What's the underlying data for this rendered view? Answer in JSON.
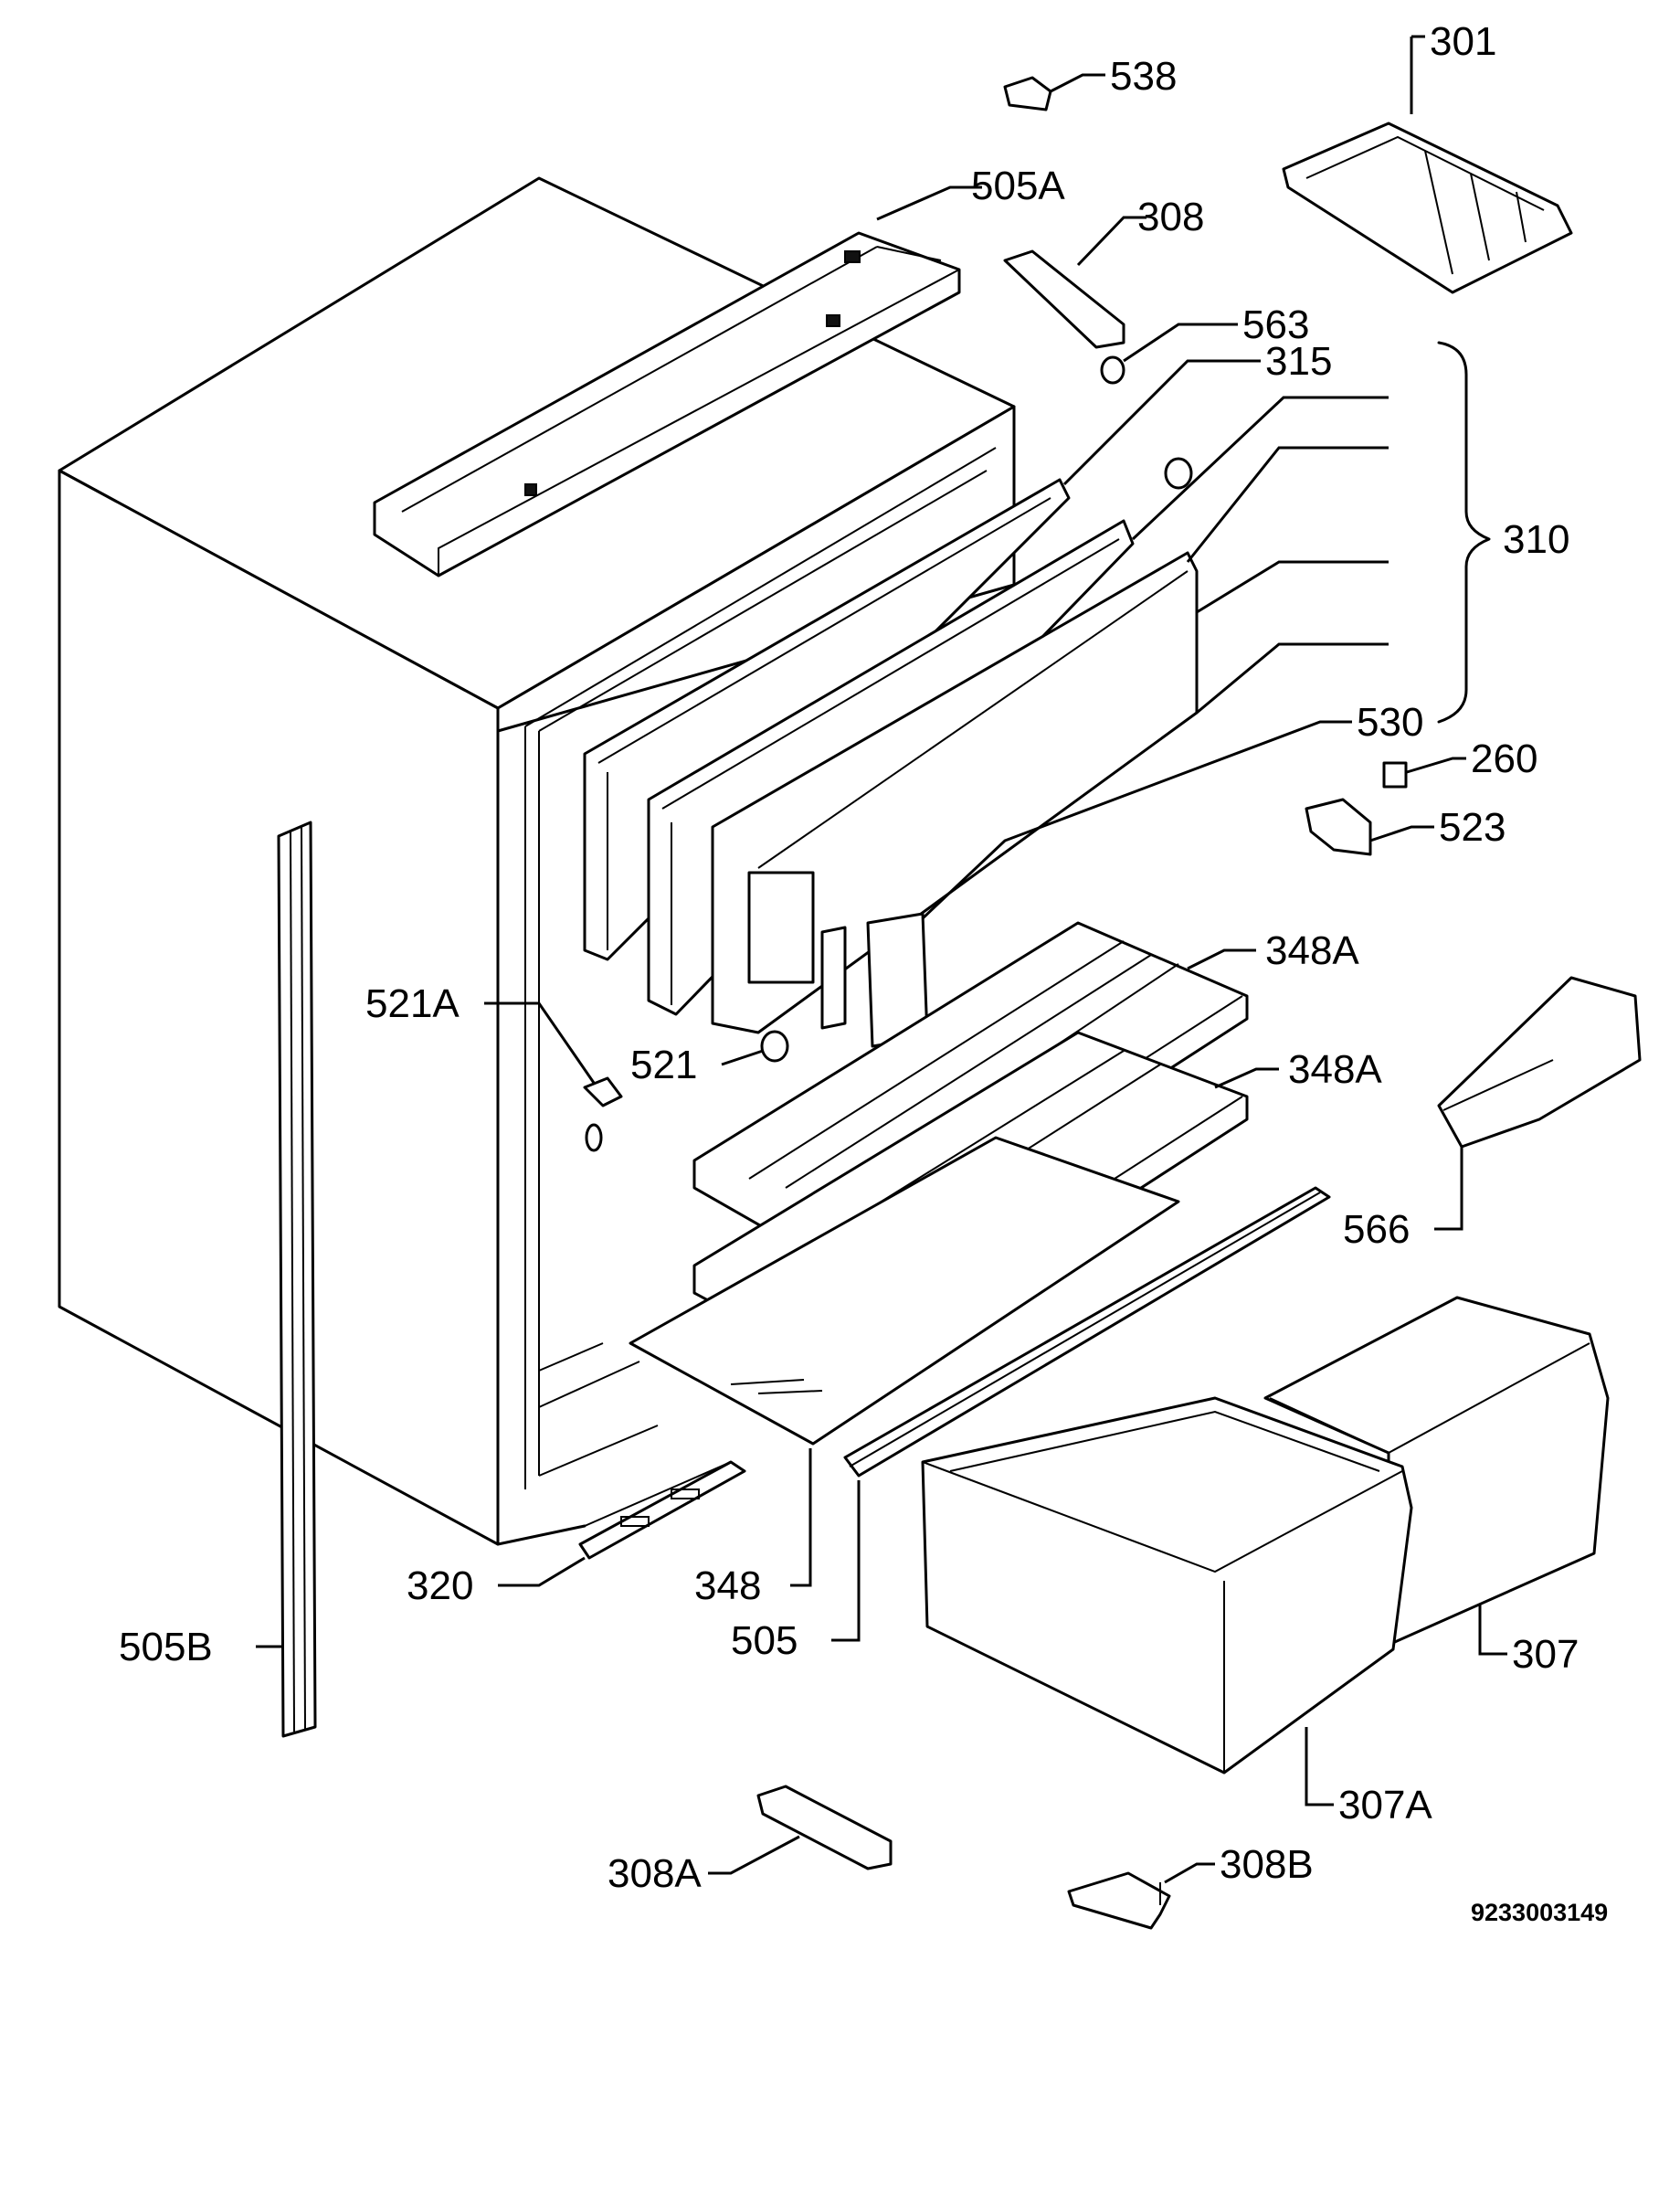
{
  "labels": {
    "p301": "301",
    "p538": "538",
    "p505a": "505A",
    "p308": "308",
    "p563": "563",
    "p315": "315",
    "p310": "310",
    "p530": "530",
    "p260": "260",
    "p523": "523",
    "p348a_1": "348A",
    "p348a_2": "348A",
    "p521a": "521A",
    "p521": "521",
    "p566": "566",
    "p320": "320",
    "p348": "348",
    "p505": "505",
    "p307": "307",
    "p505b": "505B",
    "p307a": "307A",
    "p308a": "308A",
    "p308b": "308B"
  },
  "drawing_code": "9233003149"
}
